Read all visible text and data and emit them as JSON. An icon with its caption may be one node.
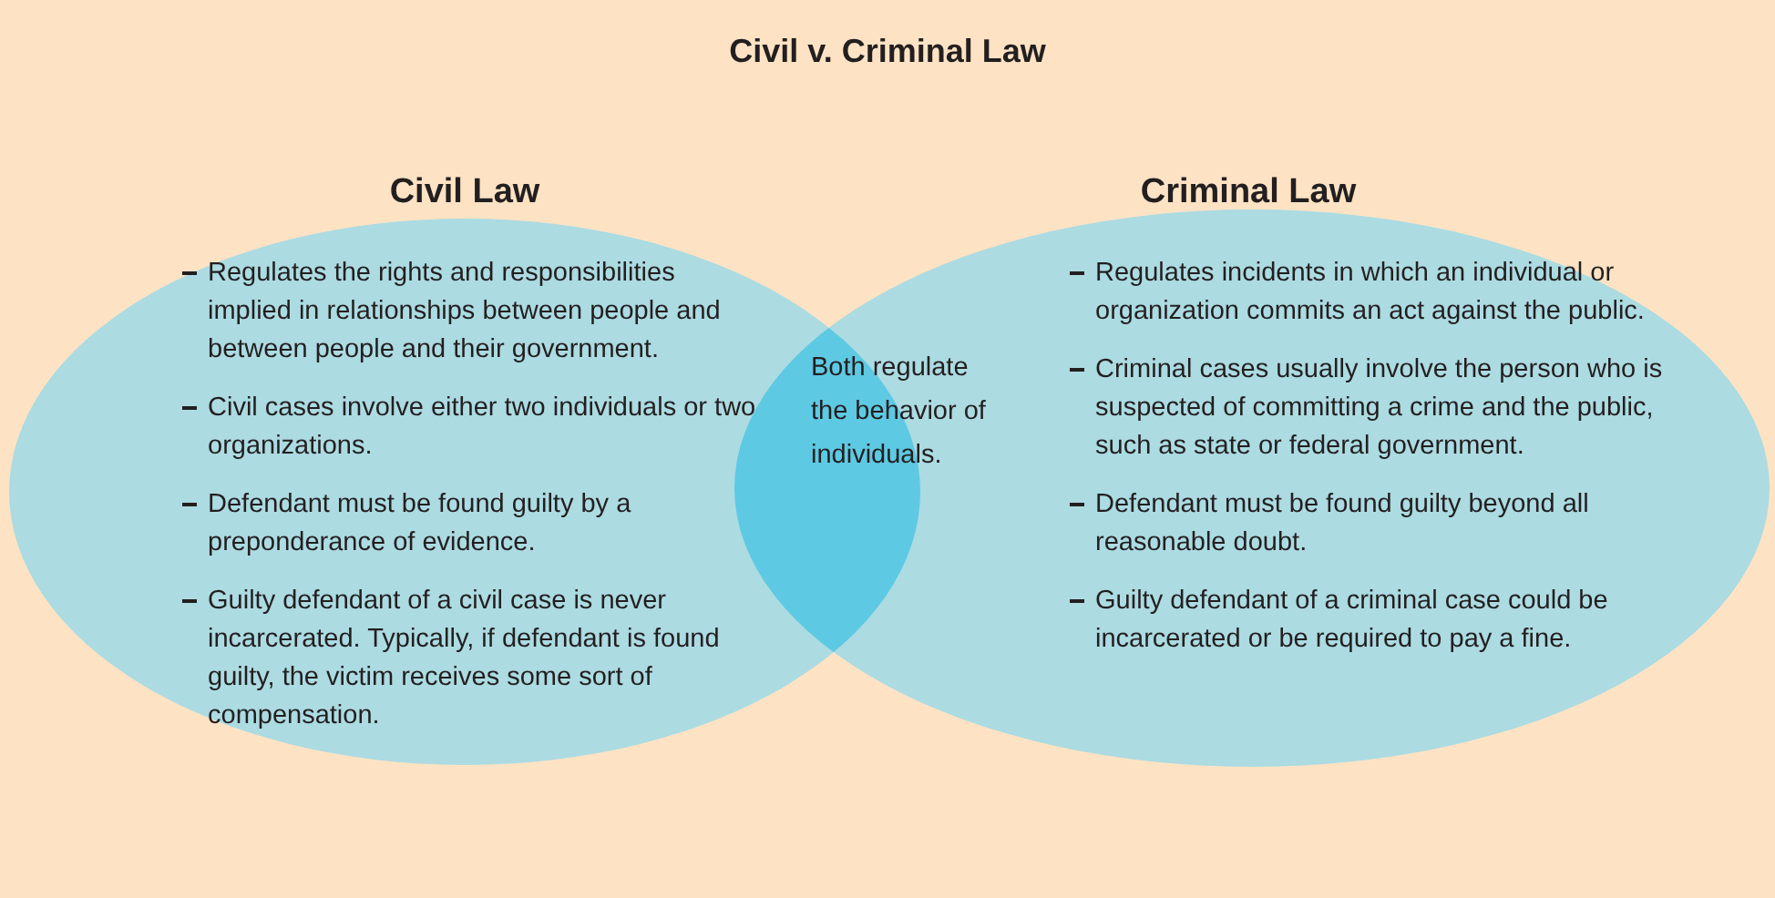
{
  "diagram": {
    "title": "Civil v. Criminal Law",
    "nodes": [
      {
        "text": [
          "Civil Law",
          "Regulates the rights and responsibilities implied in relationships between people and between people and their government.",
          "Civil cases involve either two individuals or two organizations.",
          "Defendant must be found guilty by a preponderance of evidence.",
          "Guilty defendant of a civil case is never incarcerated. Typically, if defendant is found guilty, the victim receives some sort of compensation."
        ]
      },
      {
        "text": [
          "Both regulate the behavior of individuals."
        ]
      },
      {
        "text": [
          "Criminal Law",
          "Regulates incidents in which an individual or organization commits an act against the public.",
          "Criminal cases usually involve the person who is suspected of committing a crime and the public, such as state or federal government.",
          "Defendant must be found guilty beyond all reasonable doubt.",
          "Guilty defendant of a criminal case could be incarcerated or be required to pay a fine."
        ]
      }
    ],
    "edges": []
  }
}
